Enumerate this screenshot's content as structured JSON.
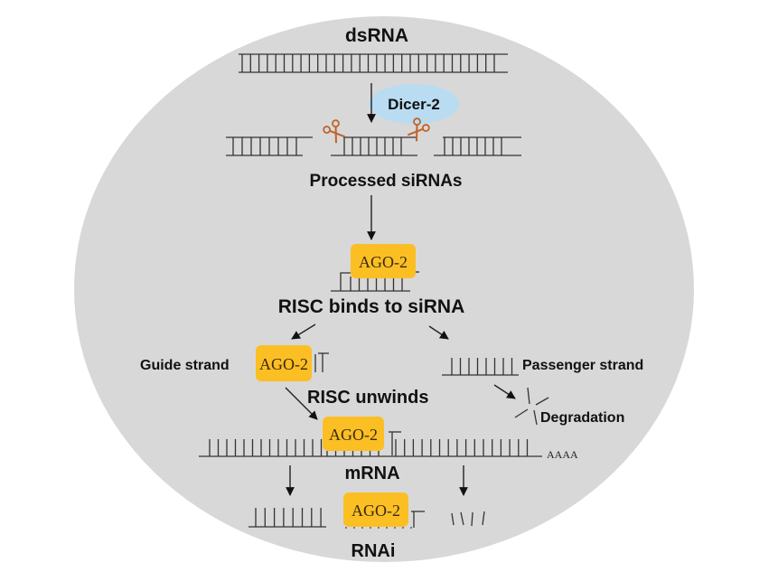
{
  "diagram": {
    "title": "RNAi pathway",
    "colors": {
      "background_cell": "#d8d8d8",
      "ago_box": "#fbbf24",
      "ago_text": "#3a2a10",
      "dicer_bubble": "#b9dcf2",
      "scissors": "#c0622b",
      "text": "#111111"
    },
    "labels": {
      "dsrna": "dsRNA",
      "dicer": "Dicer-2",
      "processed": "Processed siRNAs",
      "risc_binds": "RISC binds to siRNA",
      "guide": "Guide strand",
      "passenger": "Passenger strand",
      "risc_unwinds": "RISC unwinds",
      "degradation": "Degradation",
      "mrna": "mRNA",
      "polya": "AAAA",
      "rnai": "RNAi"
    },
    "ago": {
      "label": "AGO-2"
    },
    "icons": {
      "scissors": "scissors-icon",
      "arrow": "arrow-icon"
    }
  }
}
